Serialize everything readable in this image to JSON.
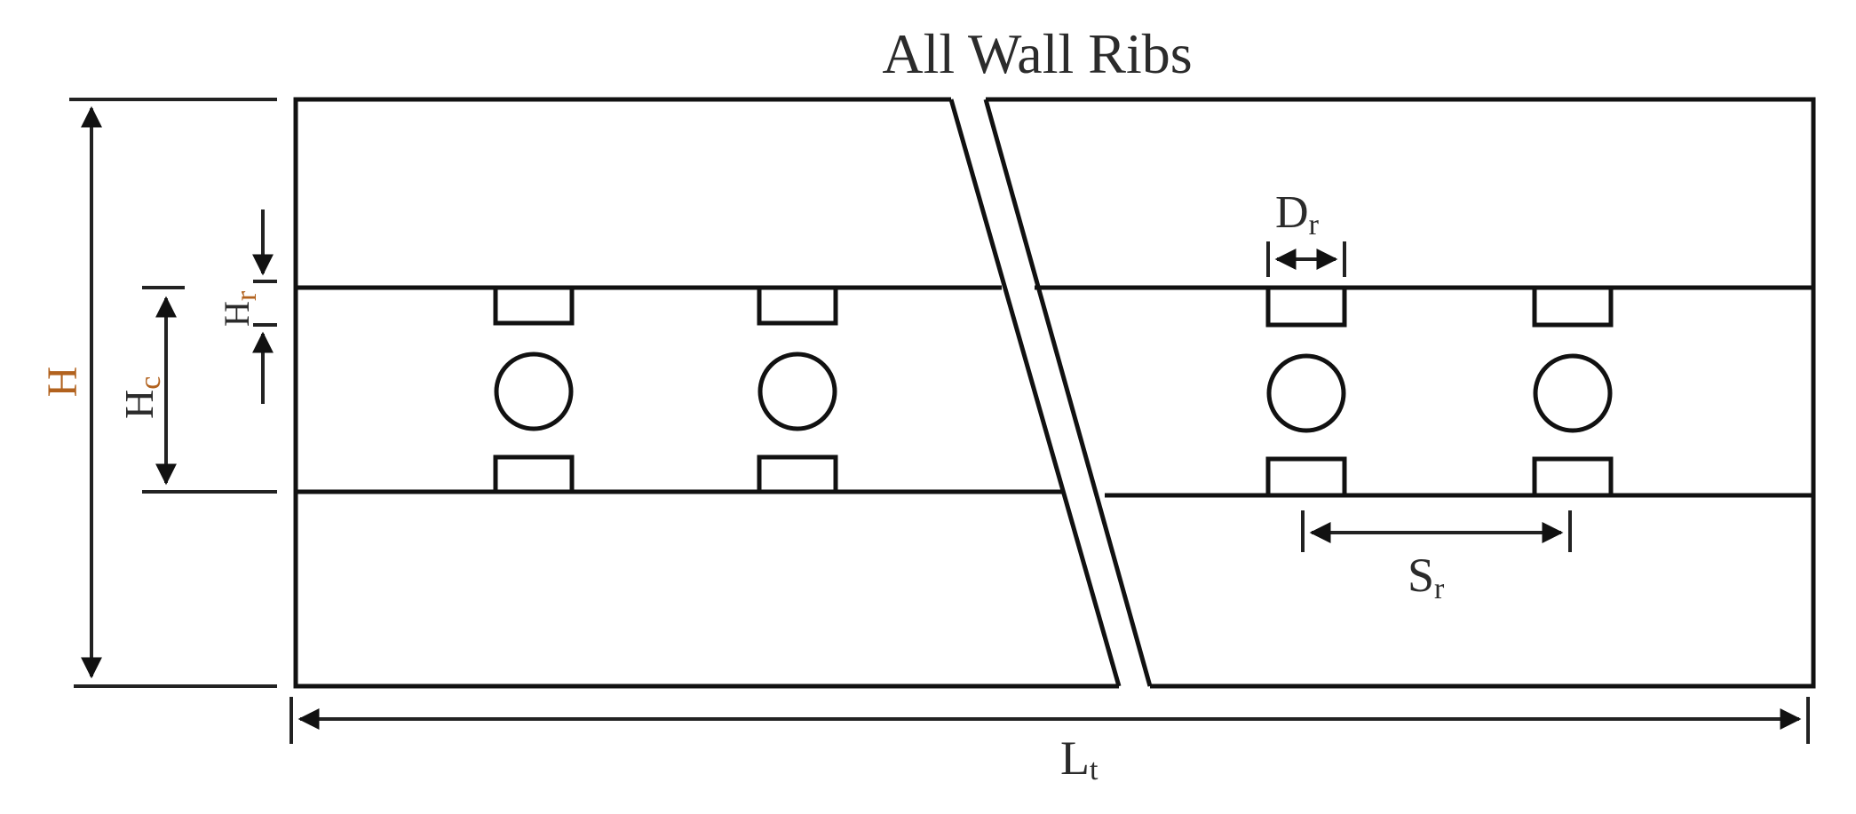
{
  "title": "All Wall Ribs",
  "labels": {
    "H": "H",
    "Hc_main": "H",
    "Hc_sub": "c",
    "Hr_main": "H",
    "Hr_sub": "r",
    "Dr_main": "D",
    "Dr_sub": "r",
    "Sr_main": "S",
    "Sr_sub": "r",
    "Lt_main": "L",
    "Lt_sub": "t"
  },
  "colors": {
    "line": "#111111",
    "text": "#2b2b2b",
    "accent_label": "#b2621e"
  },
  "ribs": {
    "left_panel_count": 2,
    "right_panel_count": 2,
    "features_per_station": [
      "top-rib",
      "circular-pin",
      "bottom-rib"
    ]
  }
}
